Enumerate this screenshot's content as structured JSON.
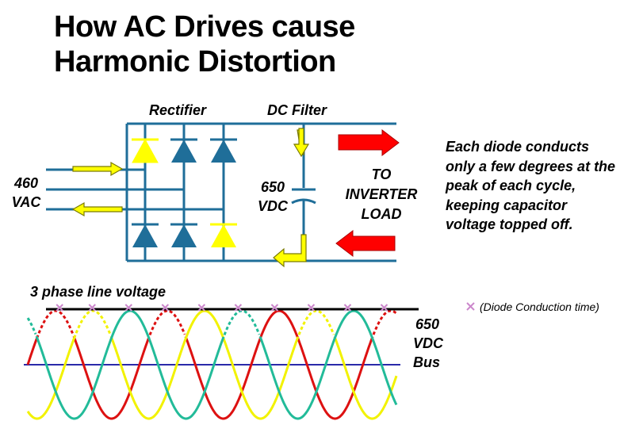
{
  "title": {
    "line1": "How AC Drives cause",
    "line2": "Harmonic Distortion"
  },
  "labels": {
    "rectifier": "Rectifier",
    "dc_filter": "DC Filter",
    "input_voltage_line1": "460",
    "input_voltage_line2": "VAC",
    "capacitor_voltage_line1": "650",
    "capacitor_voltage_line2": "VDC",
    "load_line1": "TO",
    "load_line2": "INVERTER",
    "load_line3": "LOAD",
    "three_phase": "3 phase line voltage",
    "bus_line1": "650",
    "bus_line2": "VDC",
    "bus_line3": "Bus"
  },
  "note": {
    "line1": "Each diode conducts",
    "line2": "only a few degrees at the",
    "line3": "peak of each cycle,",
    "line4": "keeping capacitor",
    "line5": "voltage  topped off."
  },
  "legend": {
    "conduction_marker": "(Diode Conduction time)"
  },
  "colors": {
    "circuit": "#1f6e99",
    "diode_active": "#ffff00",
    "flow_arrow_fill": "#ffff00",
    "flow_arrow_outline": "#7a7a00",
    "load_arrow": "#ff0000",
    "phase_red": "#dd1111",
    "phase_yellow": "#f2f200",
    "phase_teal": "#22bb99",
    "dc_bus_line": "#000000",
    "midline": "#2a2aaa",
    "conduction_marker": "#cc88cc"
  },
  "waveform": {
    "phases": [
      {
        "color_key": "phase_red",
        "phase_deg": 0
      },
      {
        "color_key": "phase_yellow",
        "phase_deg": 120
      },
      {
        "color_key": "phase_teal",
        "phase_deg": 240
      }
    ],
    "cycles_shown": 3.3,
    "conduction_markers": 12
  }
}
